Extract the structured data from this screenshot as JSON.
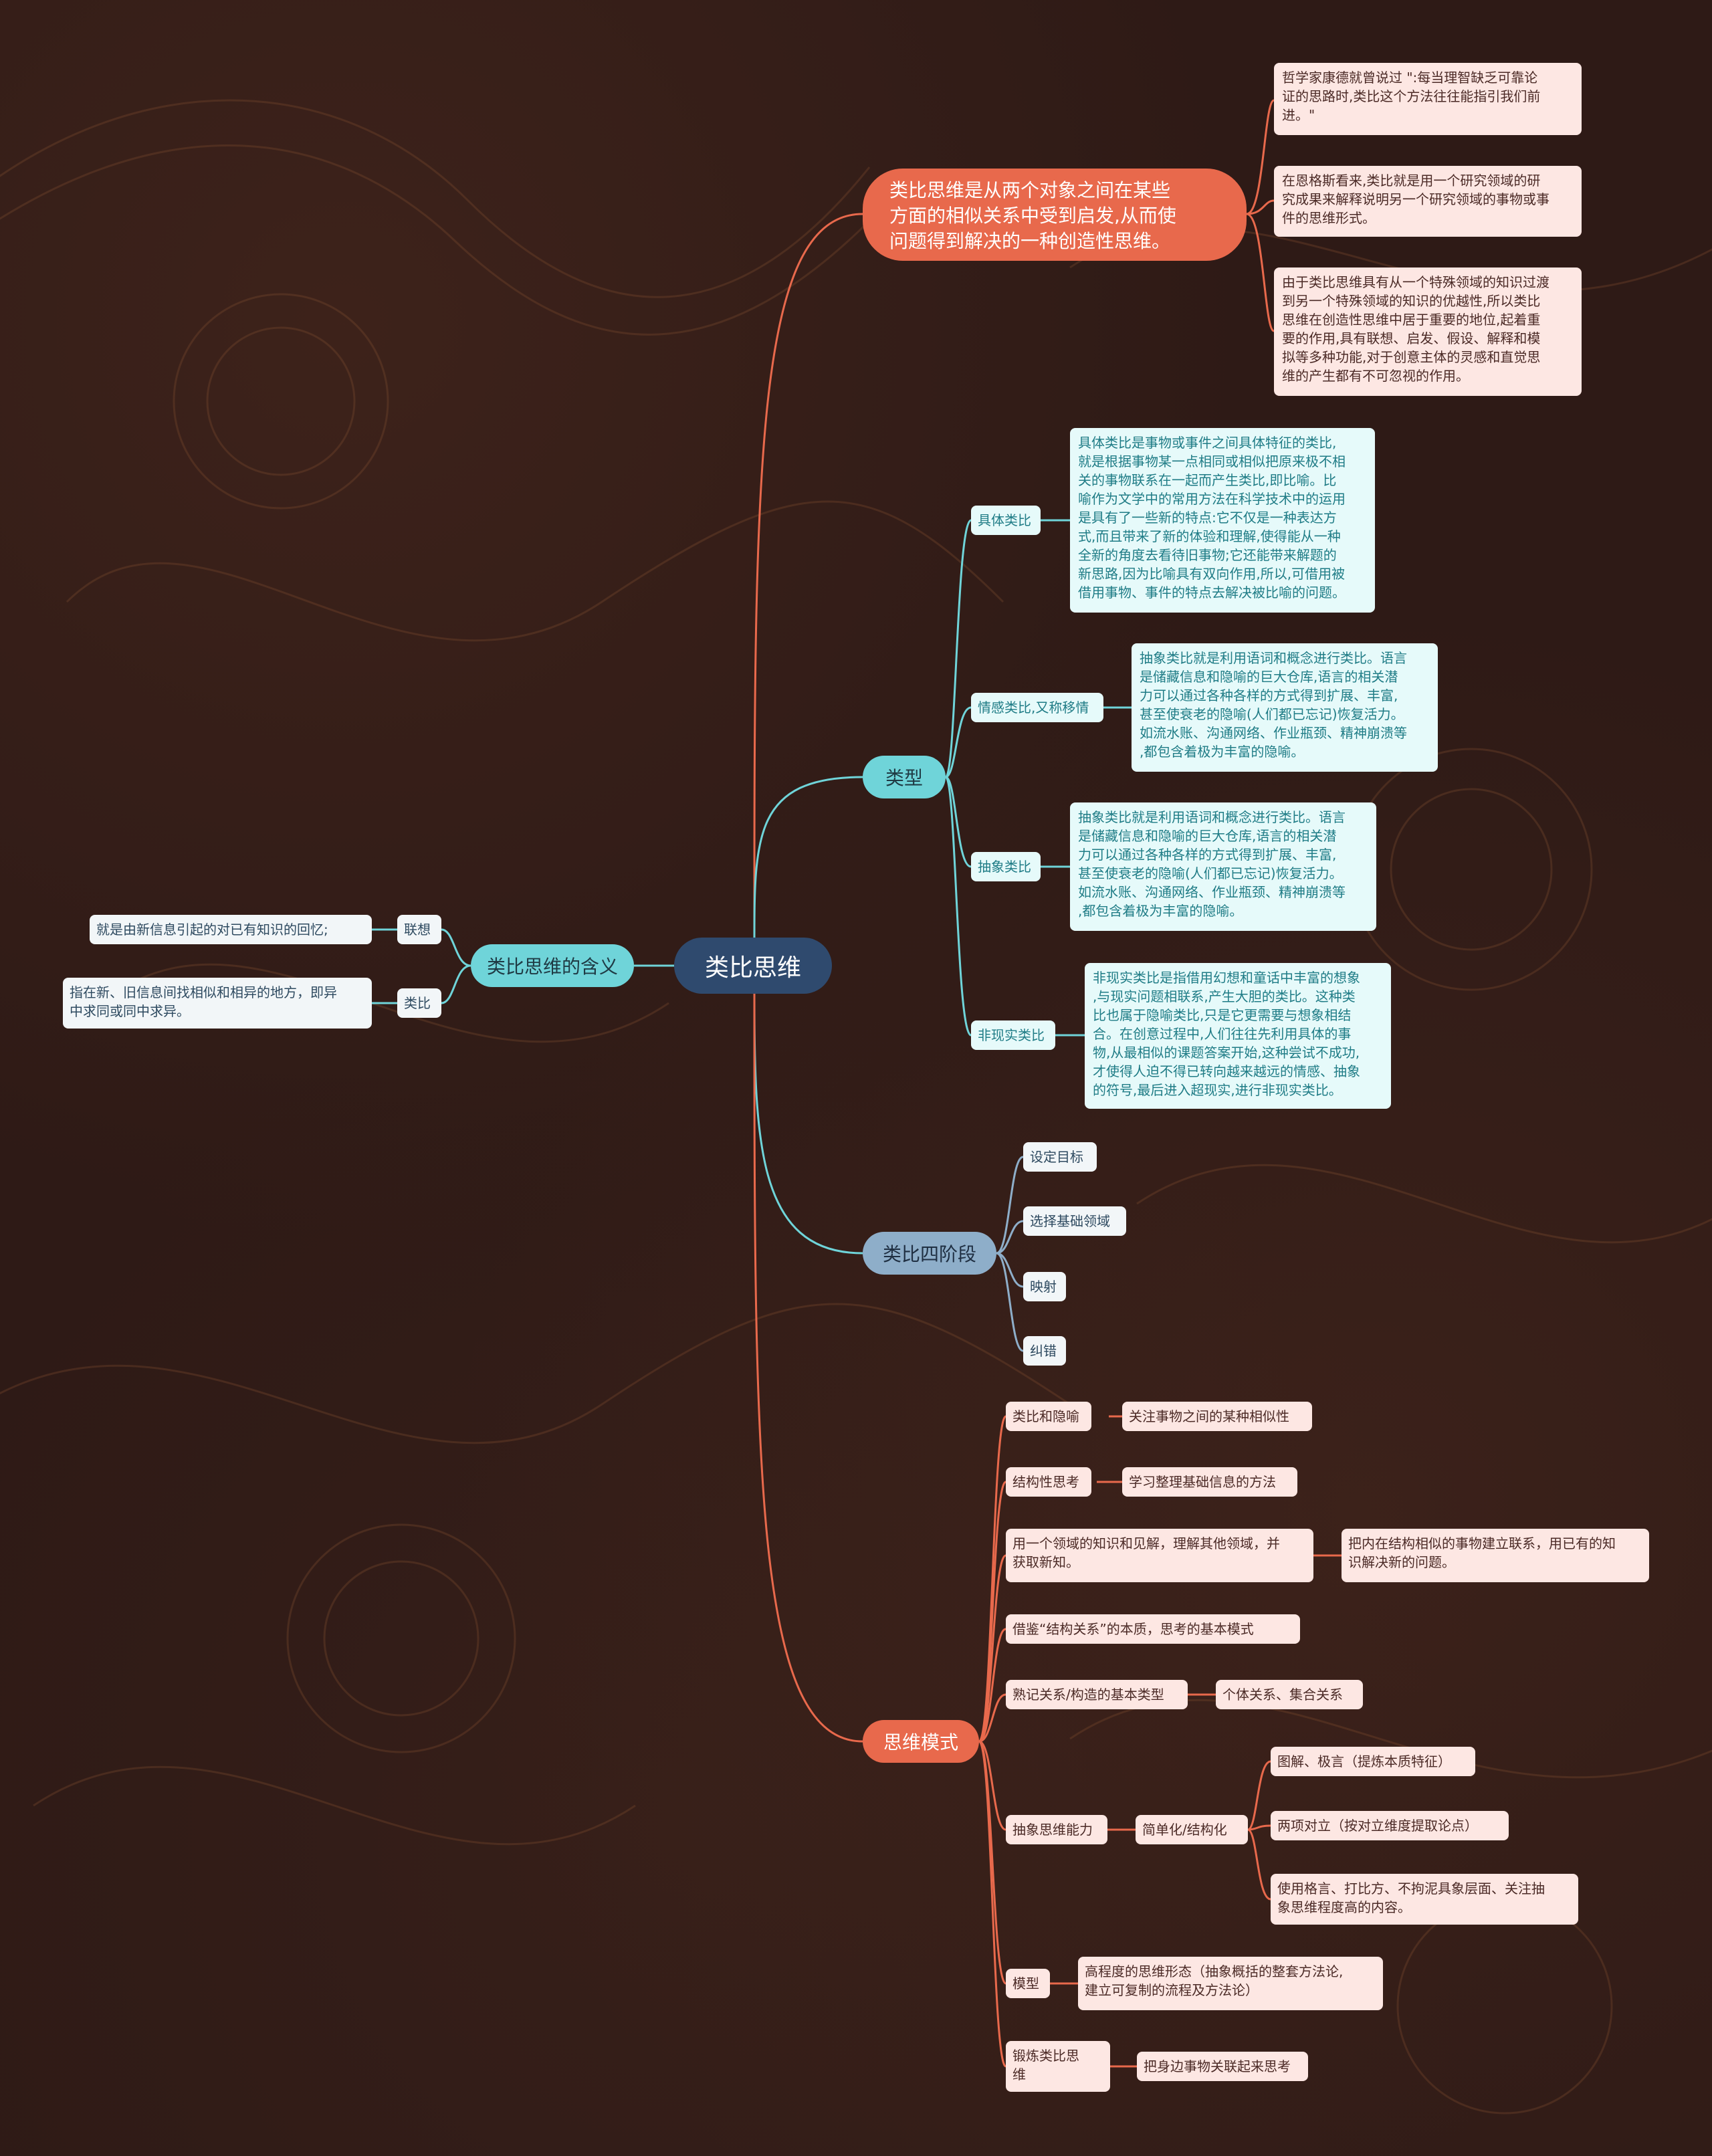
{
  "root": "类比思维",
  "definition": {
    "label": "类比思维是从两个对象之间在某些\n方面的相似关系中受到启发,从而使\n问题得到解决的一种创造性思维。",
    "notes": [
      "哲学家康德就曾说过 \":每当理智缺乏可靠论\n证的思路时,类比这个方法往往能指引我们前\n进。\"",
      "在恩格斯看来,类比就是用一个研究领域的研\n究成果来解释说明另一个研究领域的事物或事\n件的思维形式。",
      "由于类比思维具有从一个特殊领域的知识过渡\n到另一个特殊领域的知识的优越性,所以类比\n思维在创造性思维中居于重要的地位,起着重\n要的作用,具有联想、启发、假设、解释和模\n拟等多种功能,对于创意主体的灵感和直觉思\n维的产生都有不可忽视的作用。"
    ]
  },
  "types": {
    "label": "类型",
    "items": [
      {
        "label": "具体类比",
        "desc": "具体类比是事物或事件之间具体特征的类比,\n就是根据事物某一点相同或相似把原来极不相\n关的事物联系在一起而产生类比,即比喻。比\n喻作为文学中的常用方法在科学技术中的运用\n是具有了一些新的特点:它不仅是一种表达方\n式,而且带来了新的体验和理解,使得能从一种\n全新的角度去看待旧事物;它还能带来解题的\n新思路,因为比喻具有双向作用,所以,可借用被\n借用事物、事件的特点去解决被比喻的问题。"
      },
      {
        "label": "情感类比,又称移情",
        "desc": "抽象类比就是利用语词和概念进行类比。语言\n是储藏信息和隐喻的巨大仓库,语言的相关潜\n力可以通过各种各样的方式得到扩展、丰富,\n甚至使衰老的隐喻(人们都已忘记)恢复活力。\n如流水账、沟通网络、作业瓶颈、精神崩溃等\n,都包含着极为丰富的隐喻。"
      },
      {
        "label": "抽象类比",
        "desc": "抽象类比就是利用语词和概念进行类比。语言\n是储藏信息和隐喻的巨大仓库,语言的相关潜\n力可以通过各种各样的方式得到扩展、丰富,\n甚至使衰老的隐喻(人们都已忘记)恢复活力。\n如流水账、沟通网络、作业瓶颈、精神崩溃等\n,都包含着极为丰富的隐喻。"
      },
      {
        "label": "非现实类比",
        "desc": "非现实类比是指借用幻想和童话中丰富的想象\n,与现实问题相联系,产生大胆的类比。这种类\n比也属于隐喻类比,只是它更需要与想象相结\n合。在创意过程中,人们往往先利用具体的事\n物,从最相似的课题答案开始,这种尝试不成功,\n才使得人迫不得已转向越来越远的情感、抽象\n的符号,最后进入超现实,进行非现实类比。"
      }
    ]
  },
  "stages": {
    "label": "类比四阶段",
    "items": [
      "设定目标",
      "选择基础领域",
      "映射",
      "纠错"
    ]
  },
  "modes": {
    "label": "思维模式",
    "items": [
      {
        "label": "类比和隐喻",
        "child": "关注事物之间的某种相似性"
      },
      {
        "label": "结构性思考",
        "child": "学习整理基础信息的方法"
      },
      {
        "label": "用一个领域的知识和见解，理解其他领域，并\n获取新知。",
        "child": "把内在结构相似的事物建立联系，用已有的知\n识解决新的问题。"
      },
      {
        "label": "借鉴“结构关系”的本质，思考的基本模式"
      },
      {
        "label": "熟记关系/构造的基本类型",
        "child": "个体关系、集合关系"
      },
      {
        "label": "抽象思维能力",
        "child": "简单化/结构化",
        "grandchildren": [
          "图解、极言（提炼本质特征）",
          "两项对立（按对立维度提取论点）",
          "使用格言、打比方、不拘泥具象层面、关注抽\n象思维程度高的内容。"
        ]
      },
      {
        "label": "模型",
        "child": "高程度的思维形态（抽象概括的整套方法论,\n建立可复制的流程及方法论）"
      },
      {
        "label": "锻炼类比思\n维",
        "child": "把身边事物关联起来思考"
      }
    ]
  },
  "meaning": {
    "label": "类比思维的含义",
    "items": [
      {
        "label": "联想",
        "desc": "就是由新信息引起的对已有知识的回忆;"
      },
      {
        "label": "类比",
        "desc": "指在新、旧信息间找相似和相异的地方，即异\n中求同或同中求异。"
      }
    ]
  },
  "colors": {
    "background": "#2e1a16",
    "root": "#2f4a6e",
    "red": "#e8694c",
    "cyan": "#6fd4d9",
    "blue": "#8eaec9",
    "pale_red": "#fde7e3",
    "pale_cyan": "#e6fafa",
    "line_red": "#e8694c",
    "line_cyan": "#6fd4d9",
    "line_blue": "#8eaec9"
  }
}
